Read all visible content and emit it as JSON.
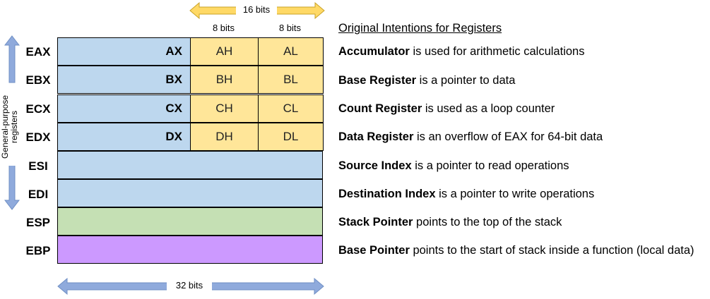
{
  "top": {
    "width_16": "16 bits",
    "width_8_high": "8 bits",
    "width_8_low": "8 bits"
  },
  "bottom": {
    "width_32": "32 bits"
  },
  "side_label": "General-purpose registers",
  "heading": "Original Intentions for Registers",
  "registers": [
    {
      "name": "EAX",
      "sub16": "AX",
      "high": "AH",
      "low": "AL",
      "desc_name": "Accumulator",
      "desc_rest": " is used for arithmetic calculations"
    },
    {
      "name": "EBX",
      "sub16": "BX",
      "high": "BH",
      "low": "BL",
      "desc_name": "Base Register",
      "desc_rest": " is a pointer to data"
    },
    {
      "name": "ECX",
      "sub16": "CX",
      "high": "CH",
      "low": "CL",
      "desc_name": "Count Register",
      "desc_rest": " is used as a loop counter"
    },
    {
      "name": "EDX",
      "sub16": "DX",
      "high": "DH",
      "low": "DL",
      "desc_name": "Data Register",
      "desc_rest": " is an overflow of EAX for 64-bit data"
    },
    {
      "name": "ESI",
      "desc_name": "Source Index",
      "desc_rest": " is a pointer to read operations"
    },
    {
      "name": "EDI",
      "desc_name": "Destination Index",
      "desc_rest": " is a pointer to write operations"
    },
    {
      "name": "ESP",
      "desc_name": "Stack Pointer",
      "desc_rest": " points to the top of the stack"
    },
    {
      "name": "EBP",
      "desc_name": "Base Pointer",
      "desc_rest": " points to the start of stack inside a function (local data)"
    }
  ],
  "colors": {
    "general": "#bdd7ee",
    "halves": "#ffe699",
    "stack_pointer": "#c5e0b4",
    "base_pointer": "#cc99ff",
    "arrow_blue": "#8faadc",
    "arrow_gold": "#ffd966"
  }
}
